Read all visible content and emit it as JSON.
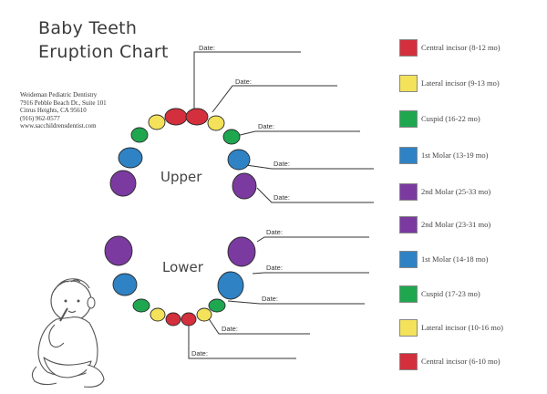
{
  "title": {
    "line1": "Baby Teeth",
    "line2": "Eruption Chart"
  },
  "office": {
    "name": "Weideman Pediatric Dentistry",
    "street": "7916 Pebble Beach Dr., Suite 101",
    "city": "Citrus Heights, CA 95610",
    "phone": "(916) 962-0577",
    "web": "www.sacchildrensdentist.com"
  },
  "arch_labels": {
    "upper": "Upper",
    "lower": "Lower"
  },
  "date_label": "Date:",
  "legend": [
    {
      "label": "Central incisor (8-12 mo)",
      "color": "#d32f3c"
    },
    {
      "label": "Lateral incisor (9-13 mo)",
      "color": "#f3e25a"
    },
    {
      "label": "Cuspid (16-22 mo)",
      "color": "#1fa750"
    },
    {
      "label": "1st Molar (13-19 mo)",
      "color": "#2f83c5"
    },
    {
      "label": "2nd Molar (25-33 mo)",
      "color": "#7b3aa0"
    },
    {
      "label": "2nd Molar (23-31 mo)",
      "color": "#7b3aa0"
    },
    {
      "label": "1st Molar (14-18 mo)",
      "color": "#2f83c5"
    },
    {
      "label": "Cuspid (17-23 mo)",
      "color": "#1fa750"
    },
    {
      "label": "Lateral incisor (10-16 mo)",
      "color": "#f3e25a"
    },
    {
      "label": "Central incisor (6-10 mo)",
      "color": "#d32f3c"
    }
  ],
  "colors": {
    "central": "#d32f3c",
    "lateral": "#f3e25a",
    "cuspid": "#1fa750",
    "molar1": "#2f83c5",
    "molar2": "#7b3aa0"
  },
  "illustration": "baby-sitting-illustration"
}
